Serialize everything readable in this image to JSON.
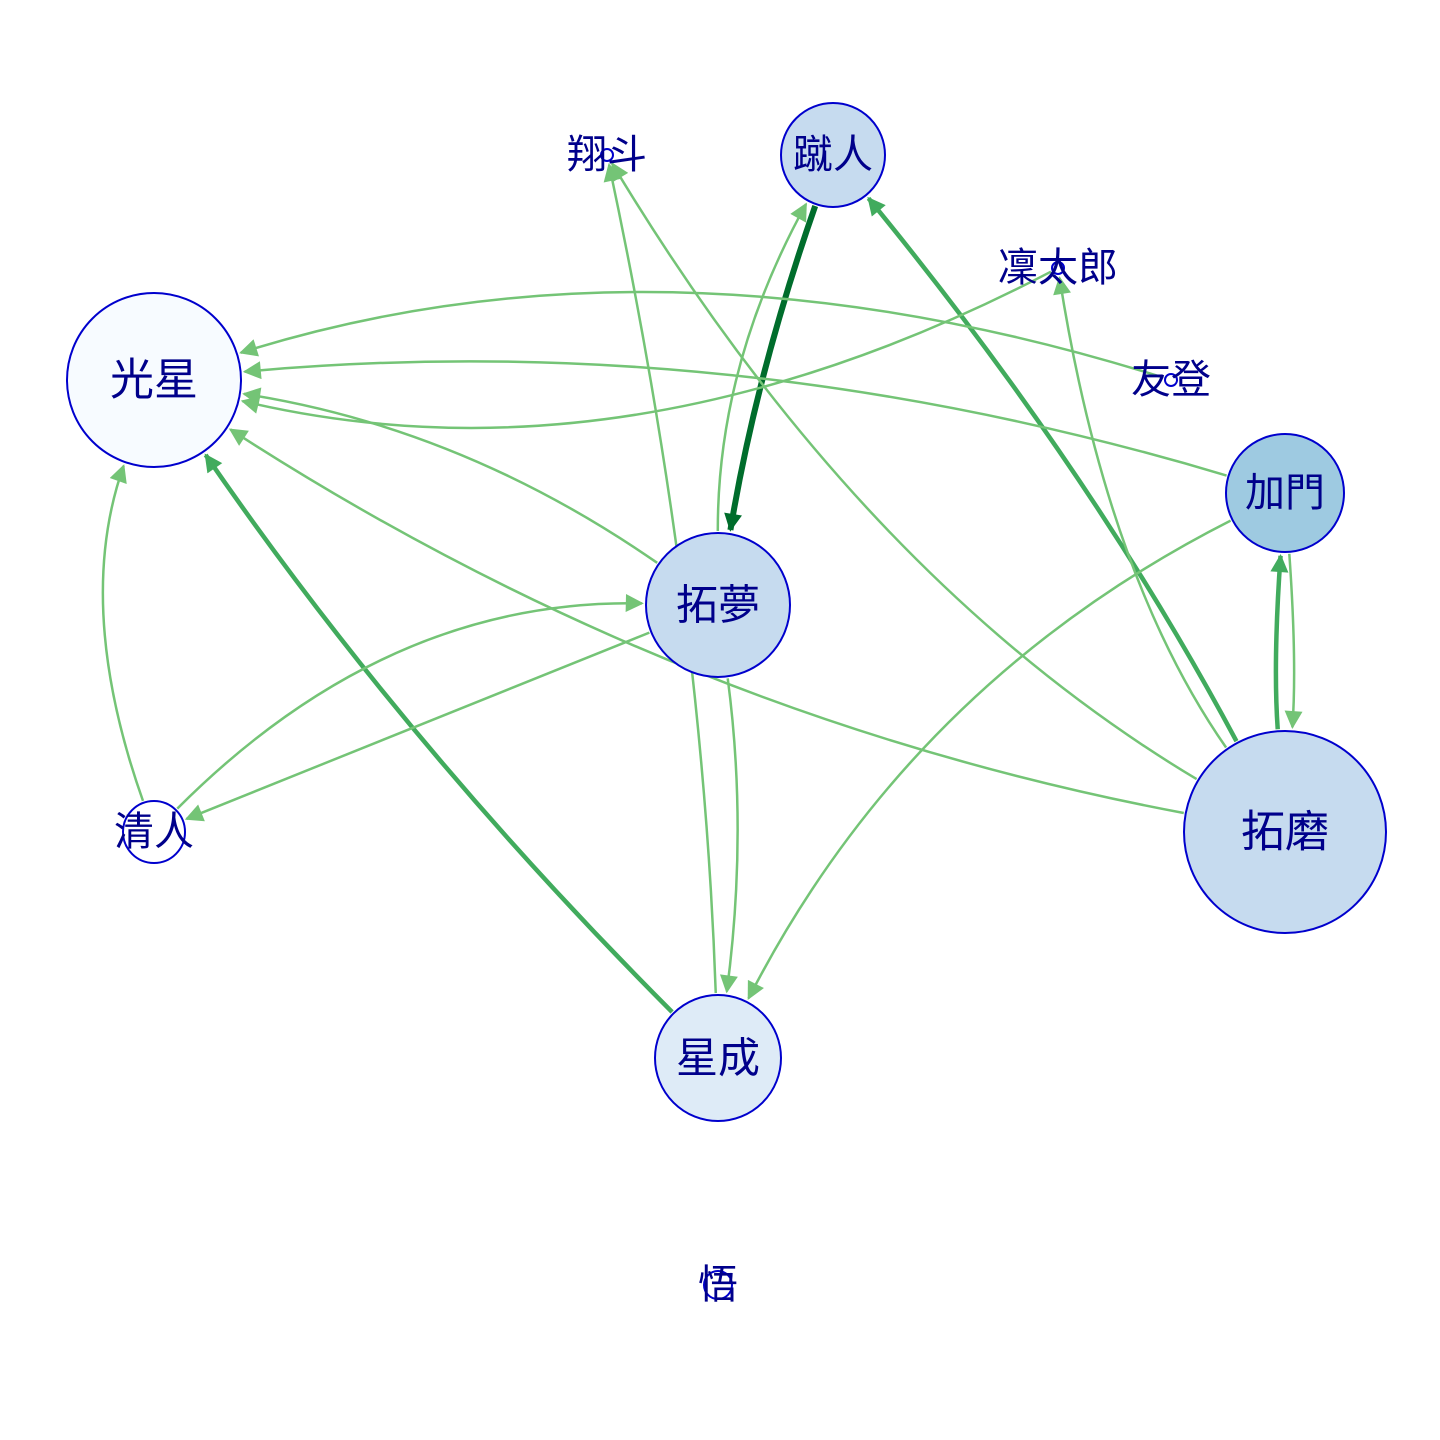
{
  "graph": {
    "nodes": [
      {
        "id": "shoto",
        "label": "翔斗",
        "fill": "#ffffff"
      },
      {
        "id": "shuuto",
        "label": "蹴人",
        "fill": "#c6dbef"
      },
      {
        "id": "rintaro",
        "label": "凜太郎",
        "fill": "#ffffff"
      },
      {
        "id": "kousei",
        "label": "光星",
        "fill": "#f7fbff"
      },
      {
        "id": "yuuto",
        "label": "友登",
        "fill": "#ffffff"
      },
      {
        "id": "kato",
        "label": "加門",
        "fill": "#9ecae1"
      },
      {
        "id": "takumu",
        "label": "拓夢",
        "fill": "#c6dbef"
      },
      {
        "id": "kiyoto",
        "label": "清人",
        "fill": "#ffffff"
      },
      {
        "id": "takuma",
        "label": "拓磨",
        "fill": "#c6dbef"
      },
      {
        "id": "seina",
        "label": "星成",
        "fill": "#deebf7"
      },
      {
        "id": "go",
        "label": "悟",
        "fill": "#ffffff"
      }
    ],
    "edges": [
      {
        "from": "shuuto",
        "to": "takumu",
        "weight": 3,
        "color": "#006d2c"
      },
      {
        "from": "takuma",
        "to": "shuuto",
        "weight": 2,
        "color": "#41ab5d"
      },
      {
        "from": "seina",
        "to": "kousei",
        "weight": 2,
        "color": "#41ab5d"
      },
      {
        "from": "takuma",
        "to": "kato",
        "weight": 2,
        "color": "#41ab5d"
      },
      {
        "from": "kato",
        "to": "takuma",
        "weight": 1,
        "color": "#74c476"
      },
      {
        "from": "takumu",
        "to": "shuuto",
        "weight": 1,
        "color": "#74c476"
      },
      {
        "from": "yuuto",
        "to": "kousei",
        "weight": 1,
        "color": "#74c476"
      },
      {
        "from": "rintaro",
        "to": "kousei",
        "weight": 1,
        "color": "#74c476"
      },
      {
        "from": "takumu",
        "to": "kousei",
        "weight": 1,
        "color": "#74c476"
      },
      {
        "from": "kato",
        "to": "kousei",
        "weight": 1,
        "color": "#74c476"
      },
      {
        "from": "takuma",
        "to": "kousei",
        "weight": 1,
        "color": "#74c476"
      },
      {
        "from": "takuma",
        "to": "shoto",
        "weight": 1,
        "color": "#74c476"
      },
      {
        "from": "seina",
        "to": "shoto",
        "weight": 1,
        "color": "#74c476"
      },
      {
        "from": "takuma",
        "to": "rintaro",
        "weight": 1,
        "color": "#74c476"
      },
      {
        "from": "kiyoto",
        "to": "kousei",
        "weight": 1,
        "color": "#74c476"
      },
      {
        "from": "kiyoto",
        "to": "takumu",
        "weight": 1,
        "color": "#74c476"
      },
      {
        "from": "takumu",
        "to": "kiyoto",
        "weight": 1,
        "color": "#74c476"
      },
      {
        "from": "takumu",
        "to": "seina",
        "weight": 1,
        "color": "#74c476"
      },
      {
        "from": "kato",
        "to": "seina",
        "weight": 1,
        "color": "#74c476"
      }
    ]
  }
}
